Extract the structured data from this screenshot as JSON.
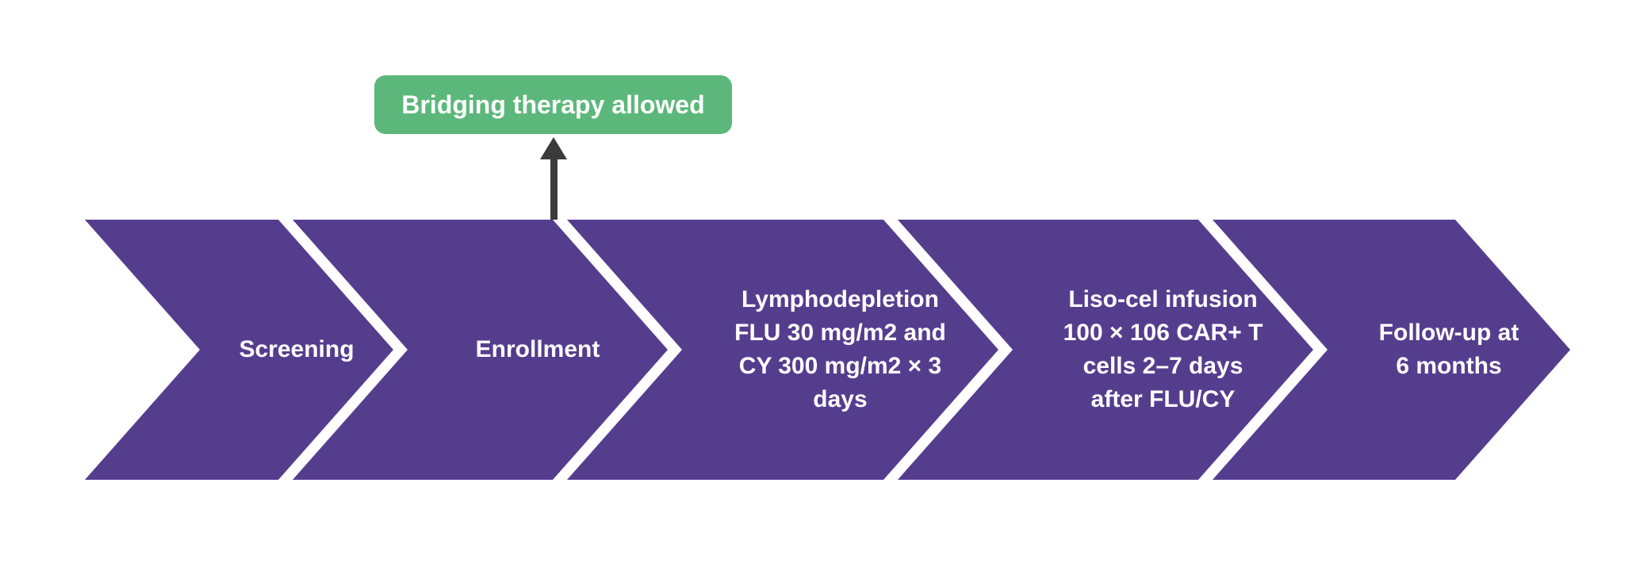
{
  "diagram": {
    "type": "process-flow",
    "title": "",
    "callout": {
      "label": "Bridging therapy allowed",
      "points_to_stage": "Enrollment"
    },
    "stages": [
      {
        "label": "Screening"
      },
      {
        "label": "Enrollment"
      },
      {
        "label": "Lymphodepletion\nFLU 30 mg/m2 and\nCY 300 mg/m2 × 3\ndays"
      },
      {
        "label": "Liso-cel infusion\n100 × 106 CAR+ T\ncells 2–7 days\nafter FLU/CY"
      },
      {
        "label": "Follow-up at\n6 months"
      }
    ],
    "colors": {
      "chevron_fill": "#553d8e",
      "callout_fill": "#5cb87a",
      "arrow": "#3b3b3b",
      "label_text": "#ffffff",
      "background": "#ffffff"
    }
  }
}
